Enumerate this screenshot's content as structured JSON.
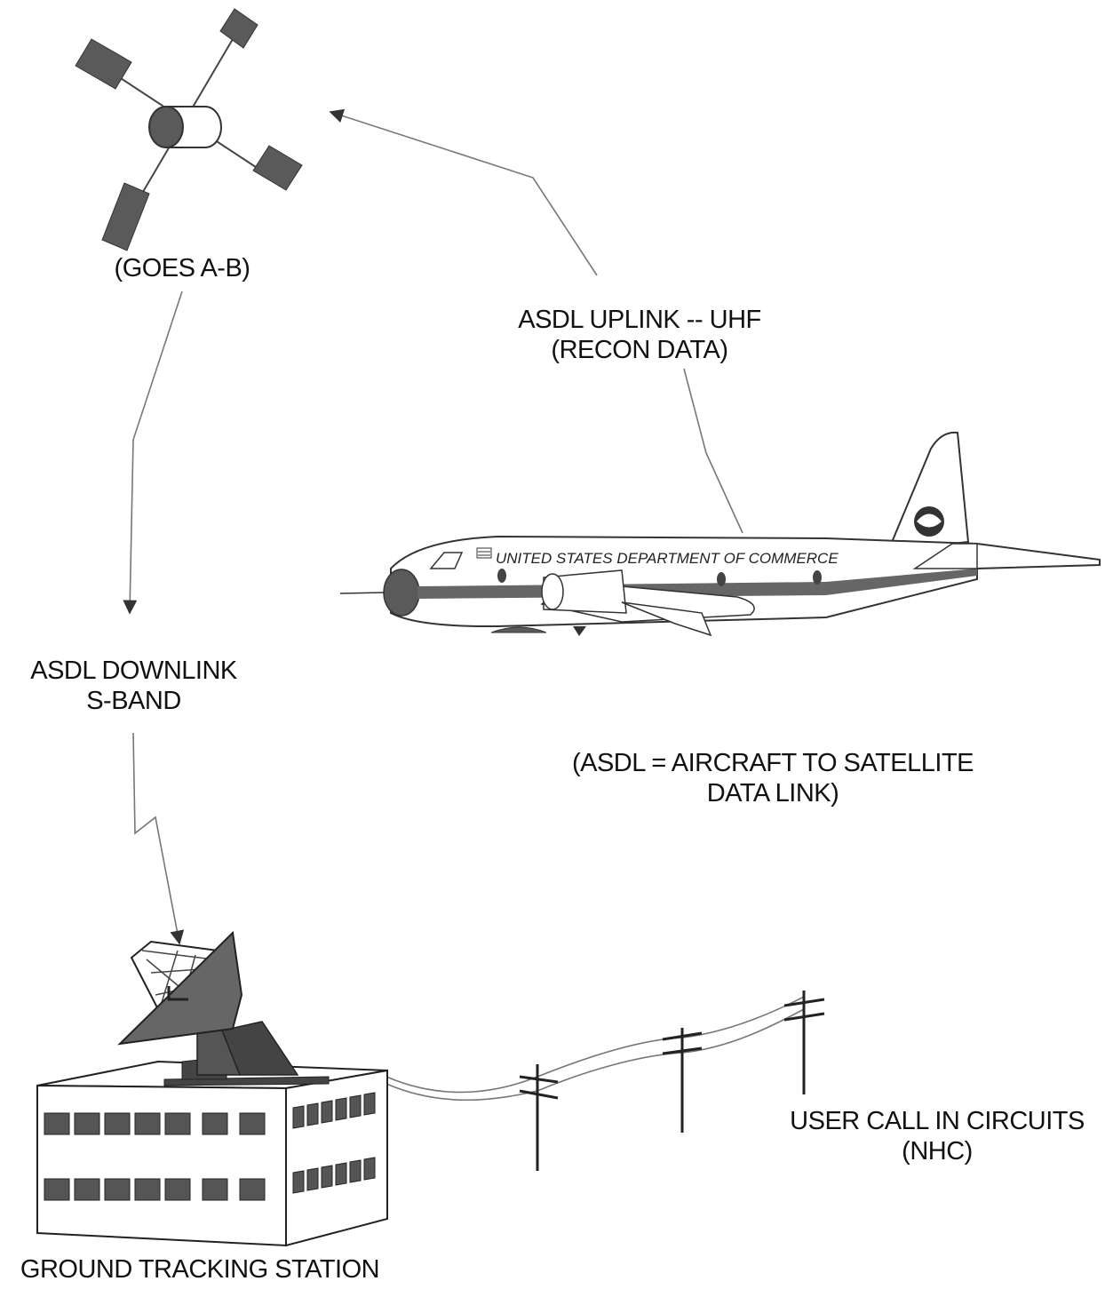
{
  "labels": {
    "satellite": "(GOES A-B)",
    "uplink_line1": "ASDL UPLINK -- UHF",
    "uplink_line2": "(RECON DATA)",
    "downlink_line1": "ASDL DOWNLINK",
    "downlink_line2": "S-BAND",
    "asdl_def_line1": "(ASDL = AIRCRAFT TO SATELLITE",
    "asdl_def_line2": "DATA LINK)",
    "user_line1": "USER CALL IN CIRCUITS",
    "user_line2": "(NHC)",
    "station": "GROUND TRACKING STATION"
  },
  "aircraft": {
    "fuselage_text": "UNITED STATES DEPARTMENT OF COMMERCE"
  },
  "colors": {
    "ink": "#111111",
    "panel_gray": "#5a5a5a",
    "line_gray": "#888888",
    "window_gray": "#555555",
    "stripe_gray": "#666666"
  }
}
